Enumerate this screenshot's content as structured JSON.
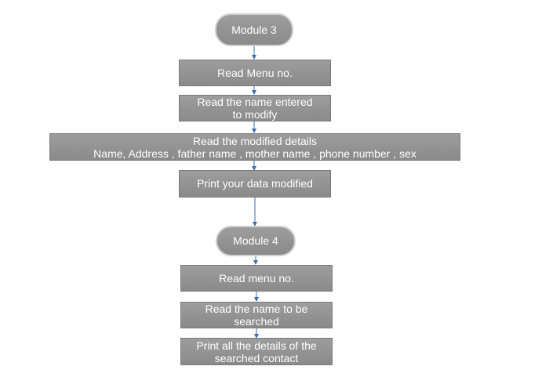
{
  "flowchart": {
    "module3": {
      "start": "Module 3",
      "step1": "Read Menu no.",
      "step2": [
        "Read the name entered",
        "to modify"
      ],
      "step3": [
        "Read the modified details",
        "Name, Address , father name , mother name , phone number , sex"
      ],
      "step4": "Print your data modified"
    },
    "module4": {
      "start": "Module 4",
      "step1": "Read menu no.",
      "step2": [
        "Read the name to be",
        "searched"
      ],
      "step3": [
        "Print all the details of the",
        "searched contact"
      ]
    }
  },
  "colors": {
    "node_fill": "#939393",
    "node_border": "#7a7a7a",
    "text": "#ffffff",
    "arrow": "#3a6fb0"
  }
}
